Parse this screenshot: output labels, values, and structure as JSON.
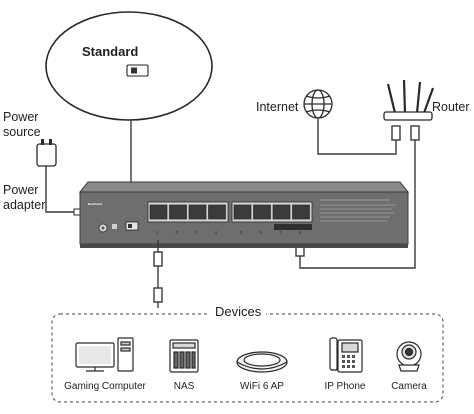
{
  "labels": {
    "standard": "Standard",
    "power_source": "Power source",
    "power_adapter": "Power adapter",
    "internet": "Internet",
    "router": "Router",
    "devices": "Devices"
  },
  "devices": [
    {
      "label": "Gaming Computer",
      "icon": "gaming-computer-icon"
    },
    {
      "label": "NAS",
      "icon": "nas-icon"
    },
    {
      "label": "WiFi 6 AP",
      "icon": "wifi-ap-icon"
    },
    {
      "label": "IP Phone",
      "icon": "ip-phone-icon"
    },
    {
      "label": "Camera",
      "icon": "camera-icon"
    }
  ],
  "switch": {
    "brand": "BnuTrend",
    "port_numbers": [
      "1",
      "2",
      "3",
      "4",
      "5",
      "6",
      "7",
      "8"
    ],
    "colors": {
      "body": "#6e6e70",
      "body_dark": "#4a4a4c",
      "lines": "#3a3a3a"
    }
  }
}
